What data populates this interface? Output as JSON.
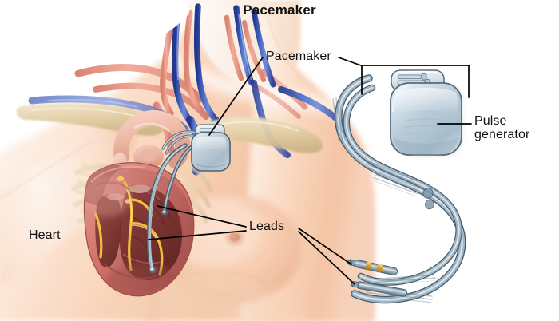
{
  "figure": {
    "title": "Pacemaker",
    "subject": "implanted cardiac pacemaker with transvenous leads"
  },
  "labels": {
    "title": "Pacemaker",
    "pacemaker": "Pacemaker",
    "pulse_generator_line1": "Pulse",
    "pulse_generator_line2": "generator",
    "leads": "Leads",
    "heart": "Heart"
  },
  "colors": {
    "background": "#ffffff",
    "skin_light": "#fdf2ea",
    "skin_mid": "#f7cfb0",
    "skin_deep": "#e8b193",
    "vein_blue": "#3a5cb8",
    "artery_red": "#e8907f",
    "bone_beige": "#e3cfa6",
    "heart_muscle": "#d98277",
    "heart_chamber": "#8e3f3c",
    "conduction_yellow": "#f0c23a",
    "device_body": "#b9cbd8",
    "device_highlight": "#dce8ef",
    "device_outline": "#5d6f7c",
    "lead_tube": "#8fa6b5",
    "lead_tube_dark": "#53687a",
    "electrode_gold": "#d9a battery",
    "electrode_gold_hex": "#d4a32e",
    "leader_line": "#000000"
  },
  "annotations": [
    {
      "name": "pacemaker",
      "text": "Pacemaker",
      "points_to": "implanted device in left upper chest"
    },
    {
      "name": "pulse-generator",
      "text": "Pulse generator",
      "points_to": "enlarged device body at right"
    },
    {
      "name": "leads",
      "text": "Leads",
      "points_to": "lead wires in heart and enlarged lead tips"
    },
    {
      "name": "heart",
      "text": "Heart",
      "points_to": "cross-sectioned heart in chest"
    }
  ]
}
